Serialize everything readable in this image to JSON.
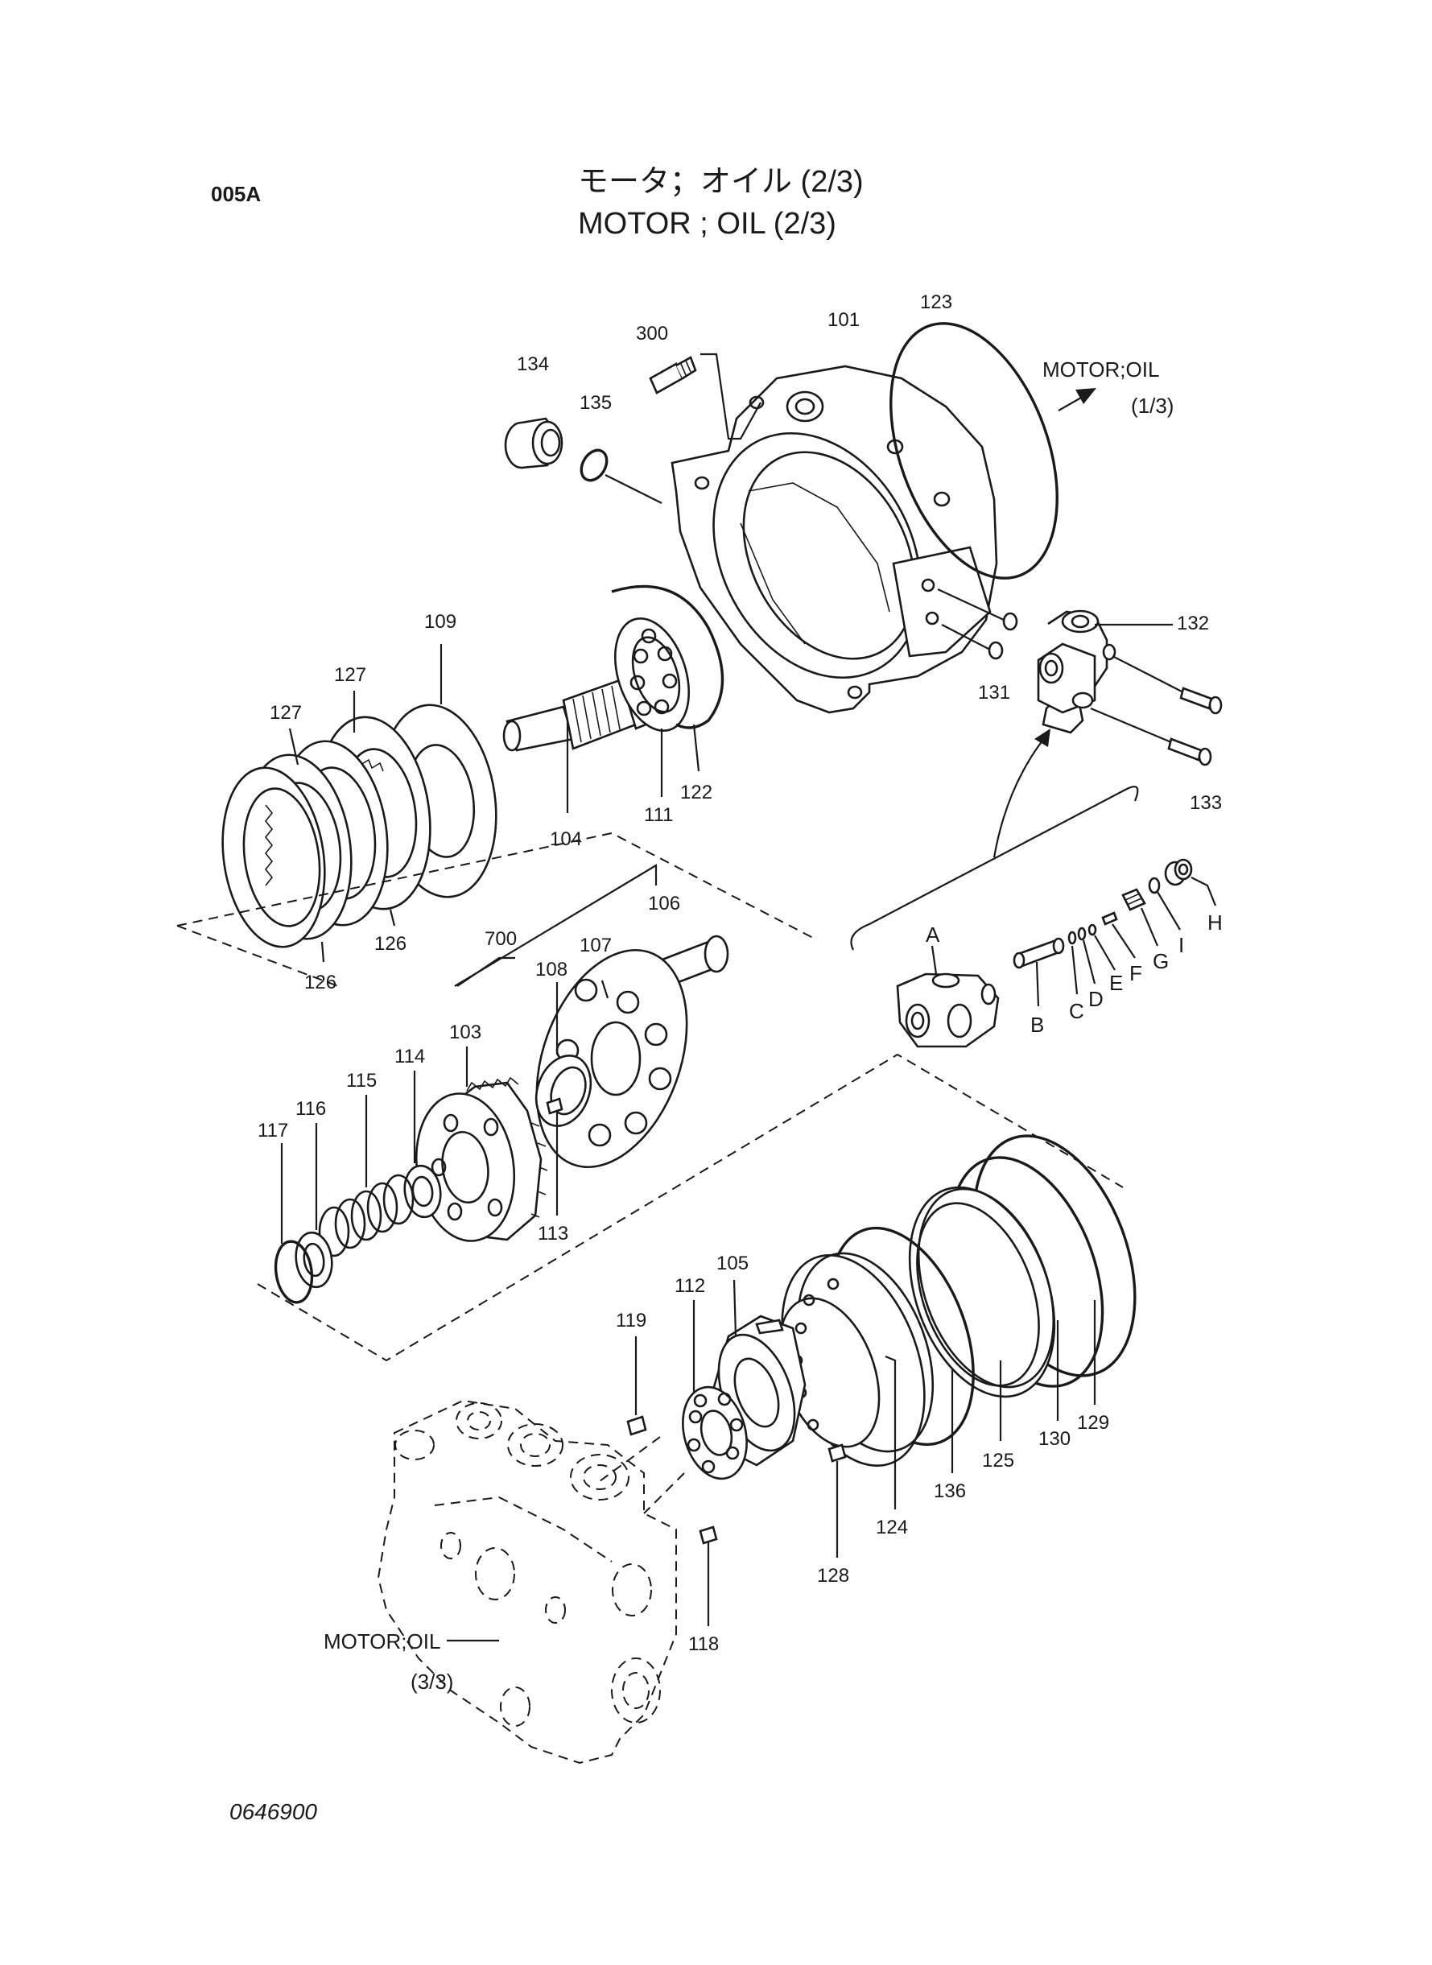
{
  "header": {
    "page_code": "005A",
    "title_jp": "モータ；オイル (2/3)",
    "title_en": "MOTOR ; OIL (2/3)"
  },
  "cross_refs": {
    "to_sheet_1_title": "MOTOR;OIL",
    "to_sheet_1_page": "(1/3)",
    "to_sheet_3_title": "MOTOR;OIL",
    "to_sheet_3_page": "(3/3)"
  },
  "part_numbers": {
    "p300": "300",
    "p101": "101",
    "p123": "123",
    "p134": "134",
    "p135": "135",
    "p132": "132",
    "p131": "131",
    "p133": "133",
    "p109": "109",
    "p127a": "127",
    "p127b": "127",
    "p104": "104",
    "p111": "111",
    "p122": "122",
    "p126a": "126",
    "p126b": "126",
    "p106": "106",
    "p700": "700",
    "p107": "107",
    "p108": "108",
    "p103": "103",
    "p114": "114",
    "p115": "115",
    "p116": "116",
    "p117": "117",
    "p113": "113",
    "p105": "105",
    "p112": "112",
    "p119": "119",
    "p118": "118",
    "p128": "128",
    "p124": "124",
    "p136": "136",
    "p125": "125",
    "p130": "130",
    "p129": "129"
  },
  "sub_parts": {
    "A": "A",
    "B": "B",
    "C": "C",
    "D": "D",
    "E": "E",
    "F": "F",
    "G": "G",
    "H": "H",
    "I": "I"
  },
  "footer": {
    "drawing_number": "0646900"
  }
}
